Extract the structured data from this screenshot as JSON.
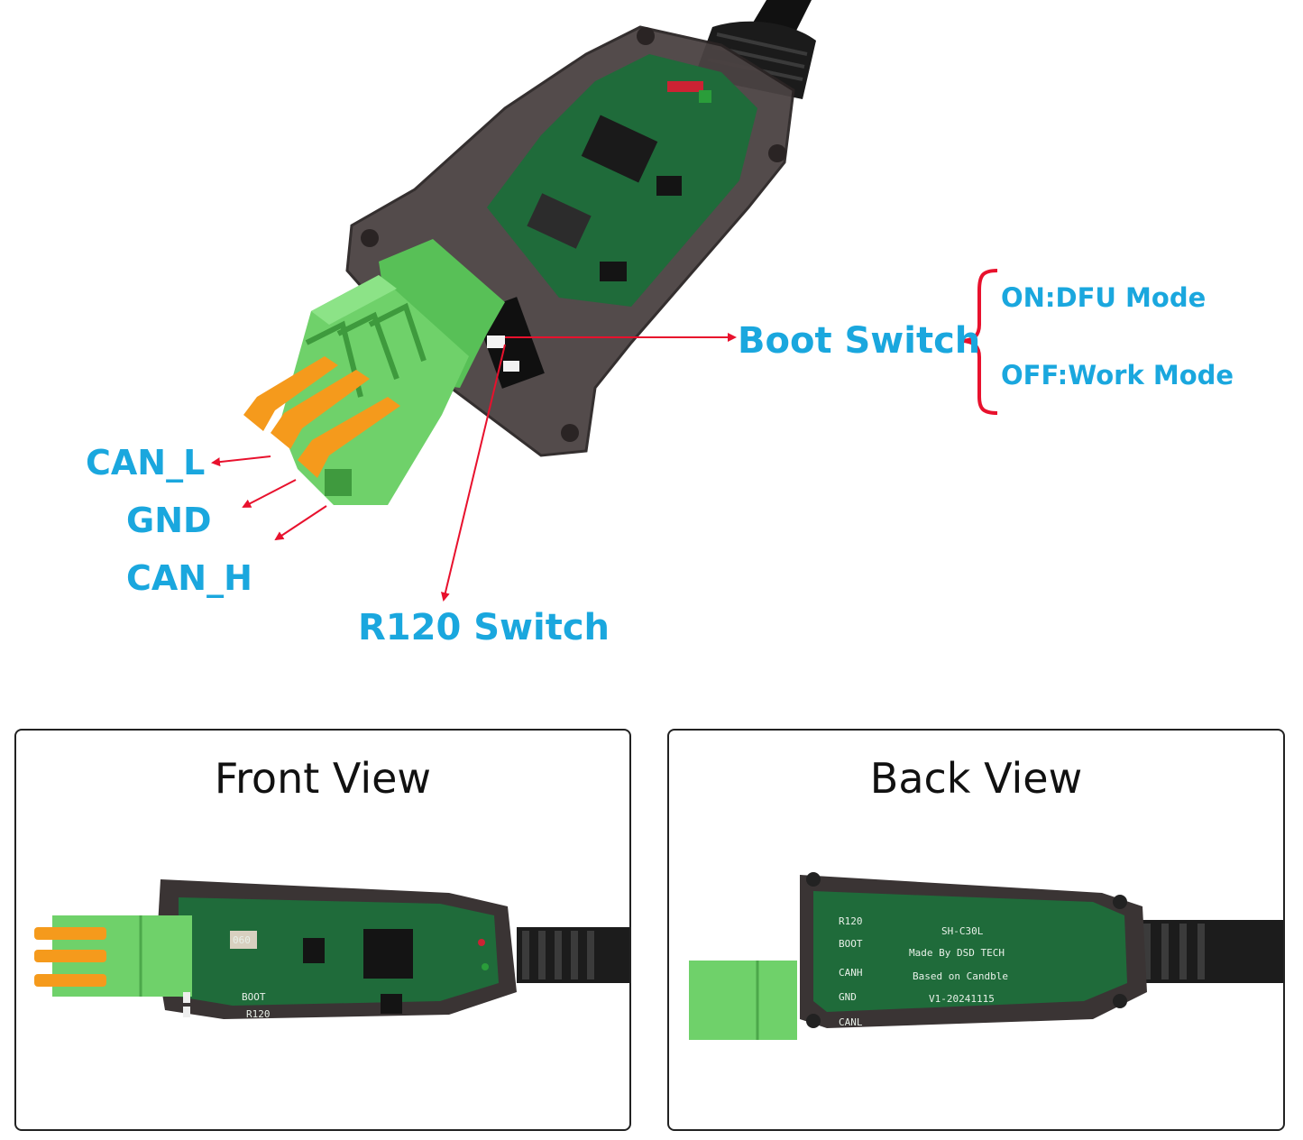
{
  "labels": {
    "can_l": "CAN_L",
    "gnd": "GND",
    "can_h": "CAN_H",
    "r120_switch": "R120 Switch",
    "boot_switch": "Boot Switch",
    "boot_on": "ON:DFU Mode",
    "boot_off": "OFF:Work Mode"
  },
  "front_panel": {
    "title": "Front View",
    "silkscreen": [
      "BOOT",
      "R120",
      "060"
    ]
  },
  "back_panel": {
    "title": "Back View",
    "silkscreen": [
      "R120",
      "BOOT",
      "CANH",
      "GND",
      "CANL",
      "SH-C30L",
      "Made By DSD TECH",
      "Based on Candble",
      "V1-20241115"
    ]
  },
  "colors": {
    "label_blue": "#1aa7de",
    "arrow_red": "#e8112d",
    "pcb_green": "#1f6b3a",
    "terminal_green": "#6fd16a",
    "lever_orange": "#f59a1c"
  }
}
